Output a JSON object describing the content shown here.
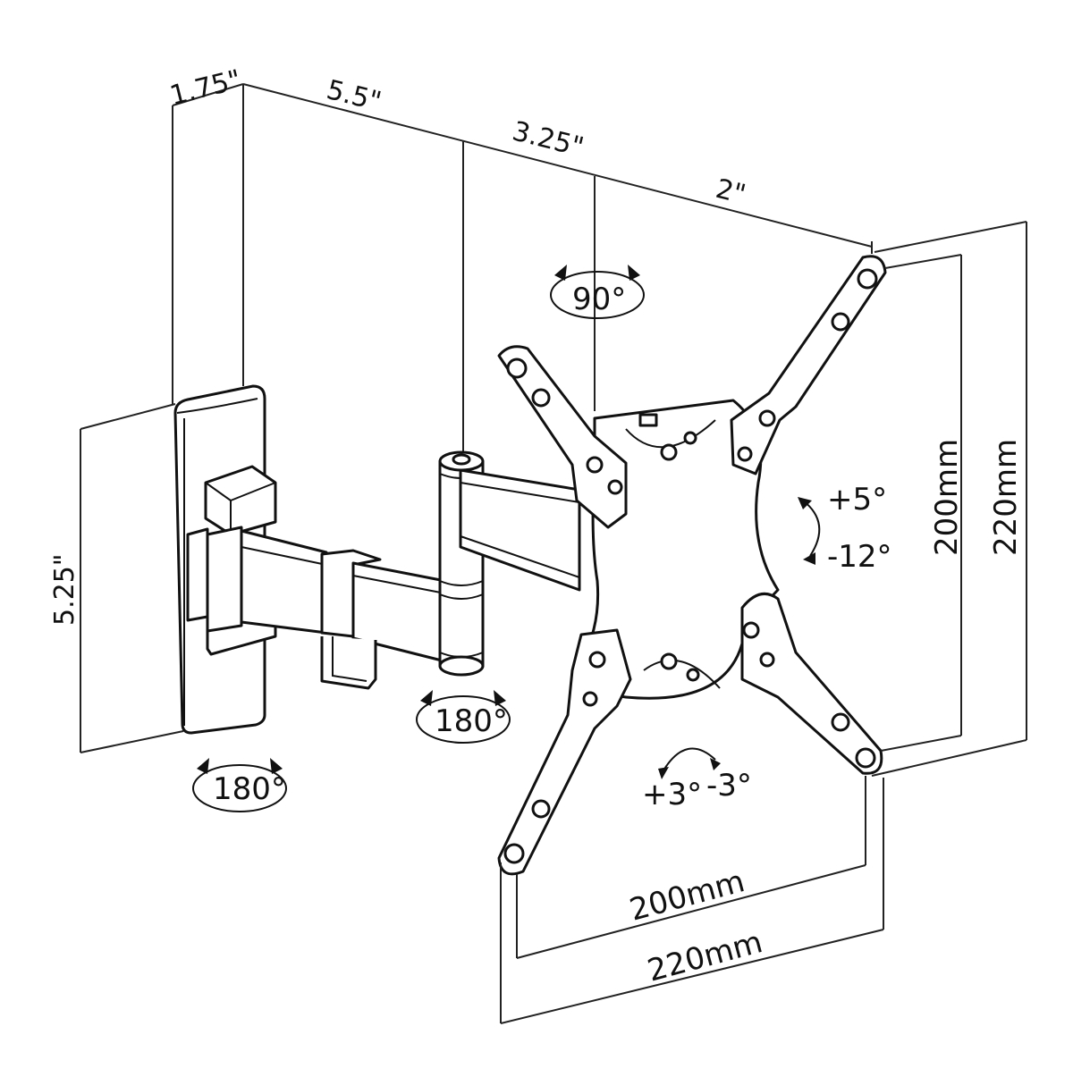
{
  "dimensions": {
    "plate_depth": "1.75\"",
    "arm_first": "5.5\"",
    "arm_second": "3.25\"",
    "head_depth": "2\"",
    "plate_height": "5.25\"",
    "vesa_inner_height": "200mm",
    "vesa_outer_height": "220mm",
    "vesa_inner_width": "200mm",
    "vesa_outer_width": "220mm"
  },
  "angles": {
    "swivel_head": "90°",
    "swivel_elbow": "180°",
    "swivel_wall": "180°",
    "tilt_up": "+5°",
    "tilt_down": "-12°",
    "level_plus": "+3°",
    "level_minus": "-3°"
  }
}
